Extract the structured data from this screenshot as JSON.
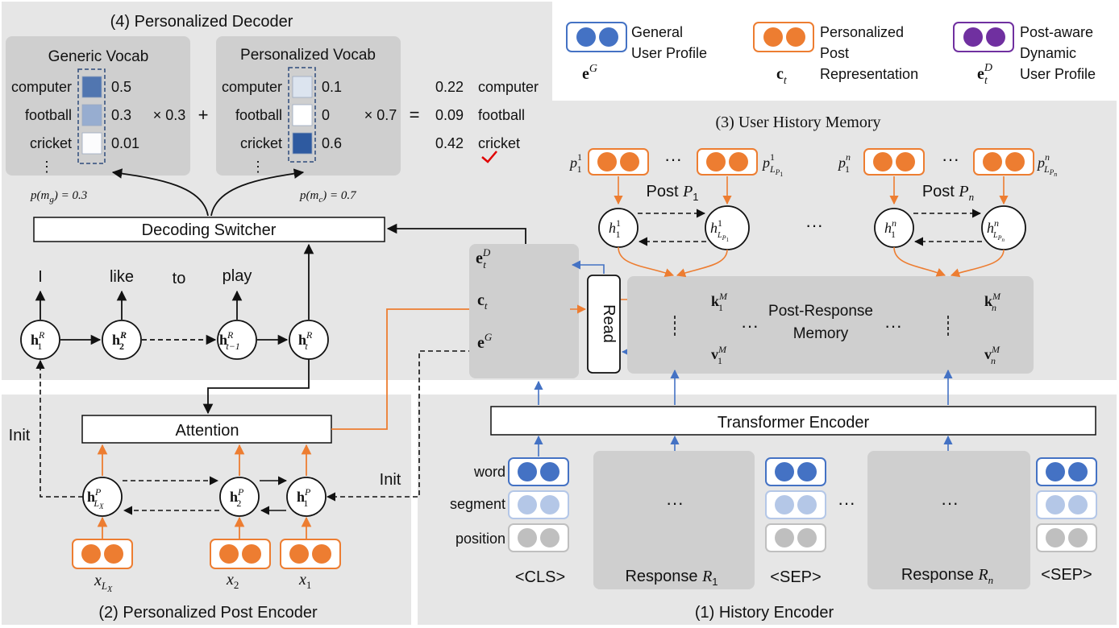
{
  "colors": {
    "orange": "#ed7d31",
    "blue": "#4472c4",
    "purple": "#7030a0",
    "panel": "#e6e6e6",
    "inner_panel": "#cfcfcf",
    "check": "#e00000"
  },
  "panels": {
    "decoder_title": "(4) Personalized Decoder",
    "memory_title": "(3) User History Memory",
    "post_encoder_title": "(2) Personalized Post Encoder",
    "history_encoder_title": "(1) History Encoder"
  },
  "legend": {
    "general": {
      "label_line1": "General",
      "label_line2": "User Profile",
      "symbol": "e^G"
    },
    "personalized": {
      "label_line1": "Personalized",
      "label_line2": "Post",
      "label_line3": "Representation",
      "symbol": "c_t"
    },
    "dynamic": {
      "label_line1": "Post-aware",
      "label_line2": "Dynamic",
      "label_line3": "User Profile",
      "symbol": "e_t^D"
    }
  },
  "vocab": {
    "generic_title": "Generic Vocab",
    "personalized_title": "Personalized Vocab",
    "words": [
      "computer",
      "football",
      "cricket"
    ],
    "generic_probs": [
      "0.5",
      "0.3",
      "0.01"
    ],
    "personalized_probs": [
      "0.1",
      "0",
      "0.6"
    ],
    "generic_weight": "× 0.3",
    "plus": "+",
    "personalized_weight": "× 0.7",
    "equals": "=",
    "result_probs": [
      "0.22",
      "0.09",
      "0.42"
    ],
    "result_words": [
      "computer",
      "football",
      "cricket"
    ],
    "ellipsis": "⋮",
    "p_mg": "p(m_g) = 0.3",
    "p_mc": "p(m_c) = 0.7"
  },
  "decoder": {
    "switcher_label": "Decoding Switcher",
    "output_words": [
      "I",
      "like",
      "to",
      "play"
    ],
    "states": [
      "h_1^R",
      "h_2^R",
      "h_{t-1}^R",
      "h_t^R"
    ]
  },
  "post_encoder": {
    "attention_label": "Attention",
    "init_left": "Init",
    "init_right": "Init",
    "states": [
      "h_{L_X}^P",
      "h_2^P",
      "h_1^P"
    ],
    "inputs": [
      "x_{L_X}",
      "x_2",
      "x_1"
    ]
  },
  "middle": {
    "read_label": "Read",
    "e_d": "e_t^D",
    "c_t": "c_t",
    "e_g": "e^G"
  },
  "memory": {
    "post_1_label": "Post P_1",
    "post_n_label": "Post P_n",
    "p_1_first": "p_1^1",
    "p_1_last": "p_{L_{P_1}}^1",
    "p_n_first": "p_1^n",
    "p_n_last": "p_{L_{P_n}}^n",
    "h_1_first": "h_1^1",
    "h_1_last": "h_{L_{P_1}}^1",
    "h_n_first": "h_1^n",
    "h_n_last": "h_{L_{P_n}}^n",
    "prm_line1": "Post-Response",
    "prm_line2": "Memory",
    "k1": "k_1^M",
    "v1": "v_1^M",
    "kn": "k_n^M",
    "vn": "v_n^M",
    "ellipsis": "···"
  },
  "history_encoder": {
    "transformer_label": "Transformer Encoder",
    "row_labels": [
      "word",
      "segment",
      "position"
    ],
    "cls": "<CLS>",
    "sep_1": "<SEP>",
    "sep_2": "<SEP>",
    "response_1": "Response R_1",
    "response_n": "Response R_n",
    "ellipsis": "···"
  }
}
